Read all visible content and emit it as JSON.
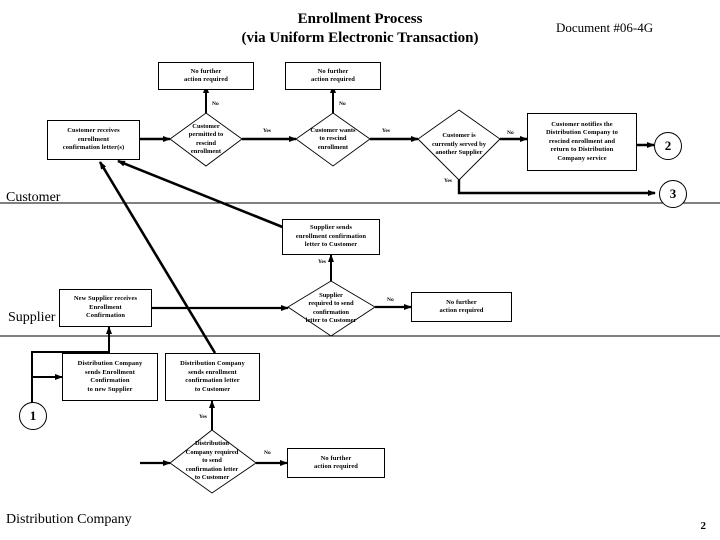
{
  "document": {
    "title_line1": "Enrollment Process",
    "title_line2": "(via Uniform Electronic Transaction)",
    "doc_number": "Document #06-4G",
    "page_number": "2"
  },
  "lanes": [
    {
      "id": "customer",
      "label": "Customer"
    },
    {
      "id": "supplier",
      "label": "Supplier"
    },
    {
      "id": "distribution",
      "label": "Distribution Company"
    }
  ],
  "nodes": [
    {
      "id": "no-further-1",
      "type": "process",
      "text": "No further\naction required"
    },
    {
      "id": "no-further-2",
      "type": "process",
      "text": "No further\naction required"
    },
    {
      "id": "cust-receives",
      "type": "process",
      "text": "Customer receives\nenrollment\nconfirmation letter(s)"
    },
    {
      "id": "cust-permitted",
      "type": "decision",
      "text": "Customer\npermitted to\nrescind\nenrollment"
    },
    {
      "id": "cust-wants",
      "type": "decision",
      "text": "Customer wants\nto rescind\nenrollment"
    },
    {
      "id": "cust-served",
      "type": "decision",
      "text": "Customer is\ncurrently served by\nanother Supplier"
    },
    {
      "id": "cust-notifies",
      "type": "process",
      "text": "Customer notifies the\nDistribution Company to\nrescind enrollment and\nreturn to Distribution\nCompany service"
    },
    {
      "id": "supplier-sends",
      "type": "process",
      "text": "Supplier sends\nenrollment confirmation\nletter to Customer"
    },
    {
      "id": "new-supplier",
      "type": "process",
      "text": "New Supplier receives\nEnrollment\nConfirmation"
    },
    {
      "id": "supplier-required",
      "type": "decision",
      "text": "Supplier\nrequired to send\nconfirmation\nletter to Customer"
    },
    {
      "id": "no-further-3",
      "type": "process",
      "text": "No further\naction required"
    },
    {
      "id": "dc-sends-supplier",
      "type": "process",
      "text": "Distribution Company\nsends Enrollment\nConfirmation\nto new Supplier"
    },
    {
      "id": "dc-sends-customer",
      "type": "process",
      "text": "Distribution Company\nsends enrollment\nconfirmation letter\nto Customer"
    },
    {
      "id": "dc-required",
      "type": "decision",
      "text": "Distribution\nCompany required\nto send\nconfirmation letter\nto Customer"
    },
    {
      "id": "no-further-4",
      "type": "process",
      "text": "No further\naction required"
    }
  ],
  "connectors": [
    {
      "id": "connector-1",
      "label": "1"
    },
    {
      "id": "connector-2",
      "label": "2"
    },
    {
      "id": "connector-3",
      "label": "3"
    }
  ],
  "edge_labels": {
    "permitted_no": "No",
    "permitted_yes": "Yes",
    "wants_no": "No",
    "wants_yes": "Yes",
    "served_no": "No",
    "served_yes": "Yes",
    "supplier_req_yes": "Yes",
    "supplier_req_no": "No",
    "dc_req_yes": "Yes",
    "dc_req_no": "No"
  },
  "colors": {
    "stroke": "#000000",
    "background": "#ffffff"
  }
}
